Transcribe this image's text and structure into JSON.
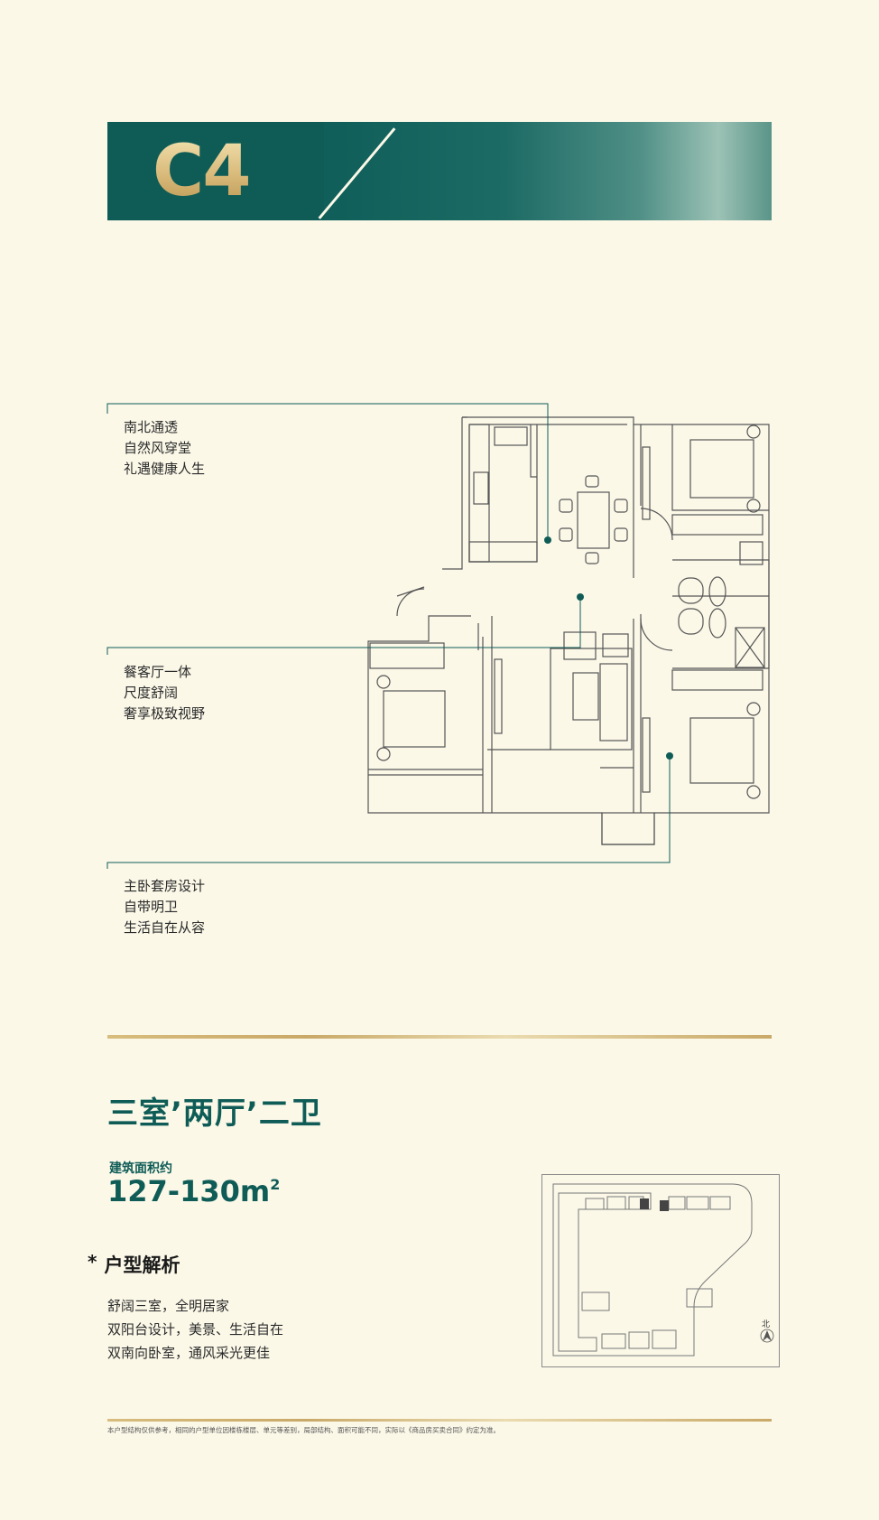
{
  "banner": {
    "unit_code": "C4"
  },
  "callouts": [
    {
      "lines": [
        "南北通透",
        "自然风穿堂",
        "礼遇健康人生"
      ]
    },
    {
      "lines": [
        "餐客厅一体",
        "尺度舒阔",
        "奢享极致视野"
      ]
    },
    {
      "lines": [
        "主卧套房设计",
        "自带明卫",
        "生活自在从容"
      ]
    }
  ],
  "layout": {
    "title": "三室’两厅’二卫",
    "area_label": "建筑面积约",
    "area_value": "127-130m",
    "area_unit_sup": "2"
  },
  "analysis": {
    "star": "*",
    "title": "户型解析",
    "lines": [
      "舒阔三室，全明居家",
      "双阳台设计，美景、生活自在",
      "双南向卧室，通风采光更佳"
    ]
  },
  "siteplan": {
    "north_label": "北"
  },
  "disclaimer": "本户型结构仅供参考，相同的户型单位因楼栋楼层、单元等差别，局部结构、面积可能不同，实际以《商品房买卖合同》约定为准。",
  "colors": {
    "brand_green": "#0f5c57",
    "gold": "#c9a968",
    "background": "#fbf8e8"
  }
}
